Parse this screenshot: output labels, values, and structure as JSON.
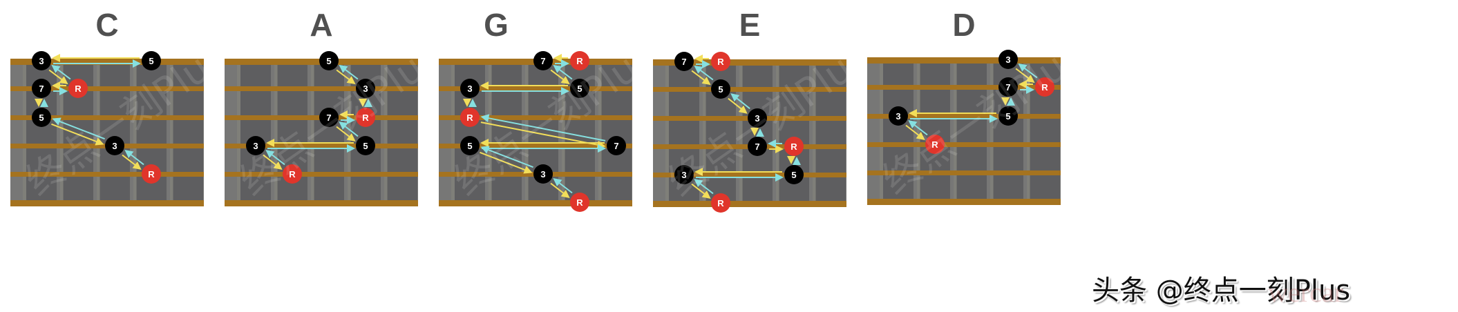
{
  "colors": {
    "board": "#777776",
    "dark_column": "#5e5e60",
    "fret_stripe": "#8d8c80",
    "string": "#a5731f",
    "note": "#000000",
    "root": "#e0352b",
    "forward_arrow": "#f2de5a",
    "back_arrow": "#86e0e0"
  },
  "panels": [
    {
      "title": "C",
      "notes": [
        {
          "label": "3",
          "string": 0,
          "fret": 0
        },
        {
          "label": "5",
          "string": 0,
          "fret": 3
        },
        {
          "label": "7",
          "string": 1,
          "fret": 0
        },
        {
          "label": "R",
          "string": 1,
          "fret": 1
        },
        {
          "label": "5",
          "string": 2,
          "fret": 0
        },
        {
          "label": "3",
          "string": 3,
          "fret": 2
        },
        {
          "label": "R",
          "string": 4,
          "fret": 3
        }
      ],
      "chain": [
        1,
        0,
        3,
        2,
        4,
        5,
        6
      ]
    },
    {
      "title": "A",
      "notes": [
        {
          "label": "5",
          "string": 0,
          "fret": 2
        },
        {
          "label": "3",
          "string": 1,
          "fret": 3
        },
        {
          "label": "7",
          "string": 2,
          "fret": 2
        },
        {
          "label": "R",
          "string": 2,
          "fret": 3
        },
        {
          "label": "3",
          "string": 3,
          "fret": 0
        },
        {
          "label": "5",
          "string": 3,
          "fret": 3
        },
        {
          "label": "R",
          "string": 4,
          "fret": 1
        }
      ],
      "chain": [
        0,
        1,
        3,
        2,
        5,
        4,
        6
      ]
    },
    {
      "title": "G",
      "notes": [
        {
          "label": "7",
          "string": 0,
          "fret": 2
        },
        {
          "label": "R",
          "string": 0,
          "fret": 3
        },
        {
          "label": "3",
          "string": 1,
          "fret": 0
        },
        {
          "label": "5",
          "string": 1,
          "fret": 3
        },
        {
          "label": "R",
          "string": 2,
          "fret": 0
        },
        {
          "label": "5",
          "string": 3,
          "fret": 0
        },
        {
          "label": "7",
          "string": 3,
          "fret": 4
        },
        {
          "label": "3",
          "string": 4,
          "fret": 2
        },
        {
          "label": "R",
          "string": 5,
          "fret": 3
        }
      ],
      "chain": [
        1,
        0,
        3,
        2,
        4,
        6,
        5,
        7,
        8
      ]
    },
    {
      "title": "E",
      "notes": [
        {
          "label": "7",
          "string": 0,
          "fret": 0
        },
        {
          "label": "R",
          "string": 0,
          "fret": 1
        },
        {
          "label": "5",
          "string": 1,
          "fret": 1
        },
        {
          "label": "3",
          "string": 2,
          "fret": 2
        },
        {
          "label": "7",
          "string": 3,
          "fret": 2
        },
        {
          "label": "R",
          "string": 3,
          "fret": 3
        },
        {
          "label": "3",
          "string": 4,
          "fret": 0
        },
        {
          "label": "5",
          "string": 4,
          "fret": 3
        },
        {
          "label": "R",
          "string": 5,
          "fret": 1
        }
      ],
      "chain": [
        1,
        0,
        2,
        3,
        4,
        5,
        7,
        6,
        8
      ]
    },
    {
      "title": "D",
      "notes": [
        {
          "label": "3",
          "string": 0,
          "fret": 3
        },
        {
          "label": "7",
          "string": 1,
          "fret": 3
        },
        {
          "label": "R",
          "string": 1,
          "fret": 4
        },
        {
          "label": "3",
          "string": 2,
          "fret": 0
        },
        {
          "label": "5",
          "string": 2,
          "fret": 3
        },
        {
          "label": "R",
          "string": 3,
          "fret": 1
        }
      ],
      "chain": [
        0,
        2,
        1,
        4,
        3,
        5
      ]
    }
  ],
  "watermark": "终点一刻Plus",
  "credit": "头条 @终点一刻Plus",
  "faint_mark": "wercar"
}
